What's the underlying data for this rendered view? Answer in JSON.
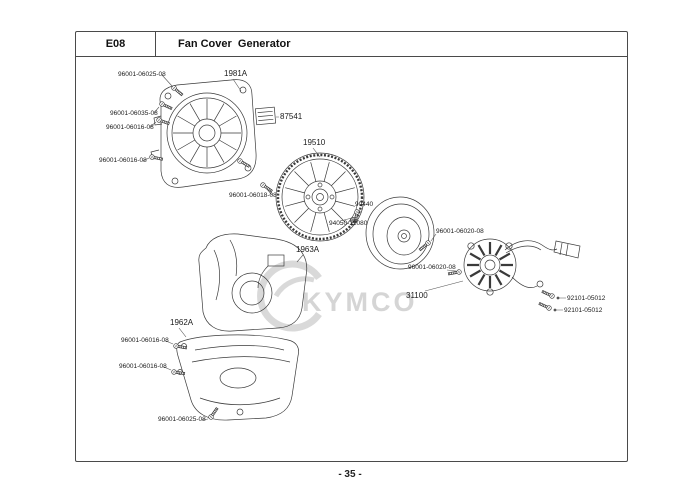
{
  "header": {
    "code": "E08",
    "title": "Fan Cover  Generator"
  },
  "footer": {
    "page_text": "- 35 -"
  },
  "watermark": {
    "text": "KYMCO"
  },
  "labels": [
    {
      "text": "96001-06025-08"
    },
    {
      "text": "1981A"
    },
    {
      "text": "96001-06035-08"
    },
    {
      "text": "96001-06016-08"
    },
    {
      "text": "96001-06016-08"
    },
    {
      "text": "87541"
    },
    {
      "text": "19510"
    },
    {
      "text": "96001-06018-08"
    },
    {
      "text": "90440"
    },
    {
      "text": "94050-12080"
    },
    {
      "text": "96001-06020-08"
    },
    {
      "text": "96001-06020-08"
    },
    {
      "text": "1963A"
    },
    {
      "text": "31100"
    },
    {
      "text": "92101-05012"
    },
    {
      "text": "92101-05012"
    },
    {
      "text": "1962A"
    },
    {
      "text": "96001-06016-08"
    },
    {
      "text": "96001-06016-08"
    },
    {
      "text": "96001-06025-08"
    }
  ]
}
